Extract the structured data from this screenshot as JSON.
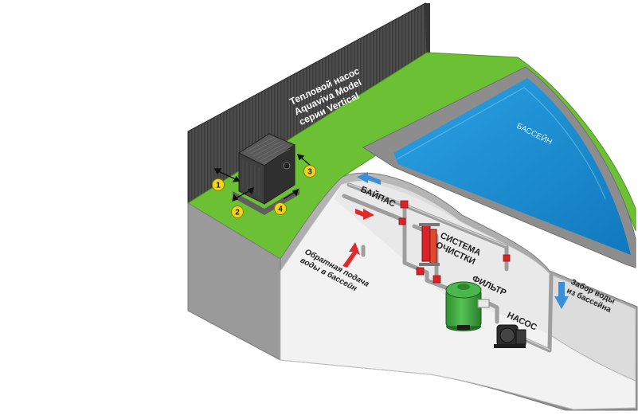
{
  "heat_pump": {
    "title_lines": [
      "Тепловой насос",
      "Aquaviva Model",
      "серии Vertical"
    ]
  },
  "clearance_markers": [
    "1",
    "2",
    "3",
    "4"
  ],
  "labels": {
    "pool": "БАССЕЙН",
    "bypass": "БАЙПАС",
    "cleaning_system": [
      "СИСТЕМА",
      "ОЧИСТКИ"
    ],
    "filter": "ФИЛЬТР",
    "pump": "НАСОС",
    "intake": [
      "Забор воды",
      "из бассейна"
    ],
    "return": [
      "Обратная подача",
      "воды в бассейн"
    ]
  },
  "colors": {
    "wall": "#4a4a4a",
    "grass": "#6cc033",
    "pool_water": "#1b8fd2",
    "pipe": "#a9a9a9",
    "valve": "#d8232a",
    "filter_tank": "#3aa43a",
    "marker": "#f1d51c",
    "flow_in": "#3a8fd9",
    "flow_out": "#e02a2a"
  }
}
